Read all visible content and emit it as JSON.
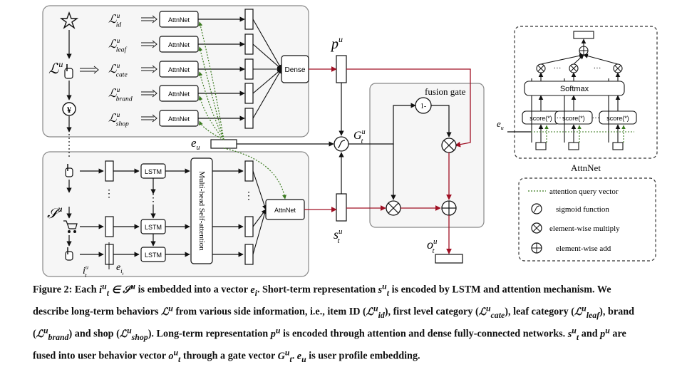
{
  "figure": {
    "long_term_labels": [
      {
        "base": "ℒ",
        "sup": "u",
        "sub": "id"
      },
      {
        "base": "ℒ",
        "sup": "u",
        "sub": "leaf"
      },
      {
        "base": "ℒ",
        "sup": "u",
        "sub": "cate"
      },
      {
        "base": "ℒ",
        "sup": "u",
        "sub": "brand"
      },
      {
        "base": "ℒ",
        "sup": "u",
        "sub": "shop"
      }
    ],
    "lu_label": {
      "base": "ℒ",
      "sup": "u"
    },
    "su_label": {
      "base": "𝒮",
      "sup": "u"
    },
    "attnnet_label": "AttnNet",
    "dense_label": "Dense",
    "lstm_label": "LSTM",
    "self_attention_label": "Multi-head Self-attention",
    "fusion_gate_label": "fusion gate",
    "one_minus_label": "1-",
    "pu_label": {
      "base": "p",
      "sup": "u"
    },
    "su_vec_label": {
      "base": "s",
      "sup": "u",
      "sub": "t"
    },
    "gate_label": {
      "base": "G",
      "sup": "u",
      "sub": "t"
    },
    "ou_label": {
      "base": "o",
      "sup": "u",
      "sub": "t"
    },
    "eu_label": {
      "base": "e",
      "sub": "u"
    },
    "it_label": {
      "base": "i",
      "sup": "u",
      "sub": "t"
    },
    "eit_label": {
      "base": "e",
      "sub": "i",
      "subsub": "t"
    },
    "attnnet_detail": {
      "softmax_label": "Softmax",
      "score_label": "score(*)",
      "dots": "···",
      "eu_label": {
        "base": "e",
        "sub": "u"
      },
      "title": "AttnNet"
    },
    "legend": [
      {
        "symbol": "dotted-line",
        "label": "attention query vector"
      },
      {
        "symbol": "sigmoid",
        "label": "sigmoid function"
      },
      {
        "symbol": "multiply",
        "label": "element-wise multiply"
      },
      {
        "symbol": "add",
        "label": "element-wise add"
      }
    ],
    "colors": {
      "red_arrow": "#a01024",
      "green_dotted": "#3a7a1e",
      "panel_border": "#888888",
      "panel_fill": "#f6f6f6"
    }
  },
  "caption": {
    "p1": "Figure 2: Each ",
    "p2": " is embedded into a vector ",
    "p3": ". Short-term representation ",
    "p4": " is encoded by LSTM and attention mechanism. We describe long-term behaviors ",
    "p5": " from various side information, i.e., item ID (",
    "p6": "), first level category (",
    "p7": "), leaf category (",
    "p8": "), brand (",
    "p9": ") and shop (",
    "p10": "). Long-term representation ",
    "p11": " is encoded through attention and dense fully-connected networks. ",
    "p12": " and ",
    "p13": " are fused into user behavior vector ",
    "p14": " through a gate vector ",
    "p15": ". ",
    "p16": " is user profile embedding.",
    "m_it_in_su": "i",
    "m_in": " ∈ 𝒮",
    "m_e": "e",
    "m_s": "s",
    "m_L": "ℒ",
    "m_p": "p",
    "m_o": "o",
    "m_G": "G",
    "sup_u": "u",
    "sub_t": "t",
    "sub_it": "i",
    "sub_id": "id",
    "sub_cate": "cate",
    "sub_leaf": "leaf",
    "sub_brand": "brand",
    "sub_shop": "shop"
  }
}
